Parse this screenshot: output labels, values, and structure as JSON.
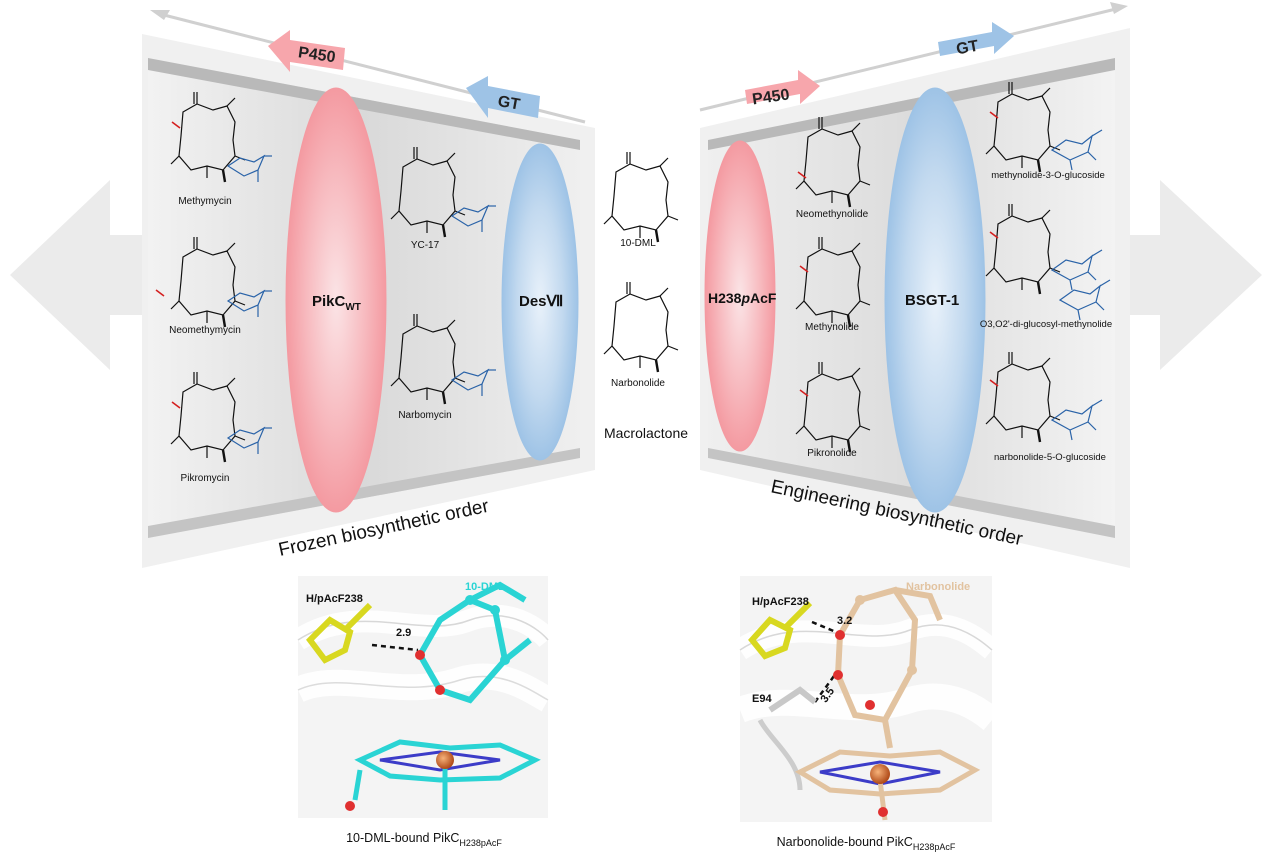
{
  "left_panel": {
    "arrow_p450": "P450",
    "arrow_gt": "GT",
    "enzyme_main": "PikC",
    "enzyme_main_sub": "WT",
    "enzyme_gt": "DesⅦ",
    "compounds_final": [
      "Methymycin",
      "Neomethymycin",
      "Pikromycin"
    ],
    "compounds_middle": [
      "YC-17",
      "Narbomycin"
    ],
    "caption": "Frozen biosynthetic order"
  },
  "center": {
    "compounds": [
      "10-DML",
      "Narbonolide"
    ],
    "label": "Macrolactone"
  },
  "right_panel": {
    "arrow_p450": "P450",
    "arrow_gt": "GT",
    "enzyme_main": "H238",
    "enzyme_main_italic": "p",
    "enzyme_main_tail": "AcF",
    "enzyme_gt": "BSGT-1",
    "compounds_middle": [
      "Neomethynolide",
      "Methynolide",
      "Pikronolide"
    ],
    "compounds_final": [
      "methynolide-3-O-glucoside",
      "O3,O2'-di-glucosyl-methynolide",
      "narbonolide-5-O-glucoside"
    ],
    "caption": "Engineering biosynthetic order"
  },
  "structure_left": {
    "residue": "H/pAcF238",
    "ligand": "10-DML",
    "distance": "2.9",
    "caption": "10-DML-bound  PikC",
    "caption_sub": "H238pAcF"
  },
  "structure_right": {
    "residue": "H/pAcF238",
    "ligand": "Narbonolide",
    "residue2": "E94",
    "distance1": "3.2",
    "distance2": "3.5",
    "caption": "Narbonolide-bound  PikC",
    "caption_sub": "H238pAcF"
  },
  "colors": {
    "p450": "#f7a6ac",
    "gt": "#9ec3e6",
    "panel": "#e8e8e8",
    "ligand_left": "#2ad4d4",
    "ligand_right": "#e2c3a0",
    "residue": "#d8d820",
    "heme_iron": "#d06a2a"
  }
}
